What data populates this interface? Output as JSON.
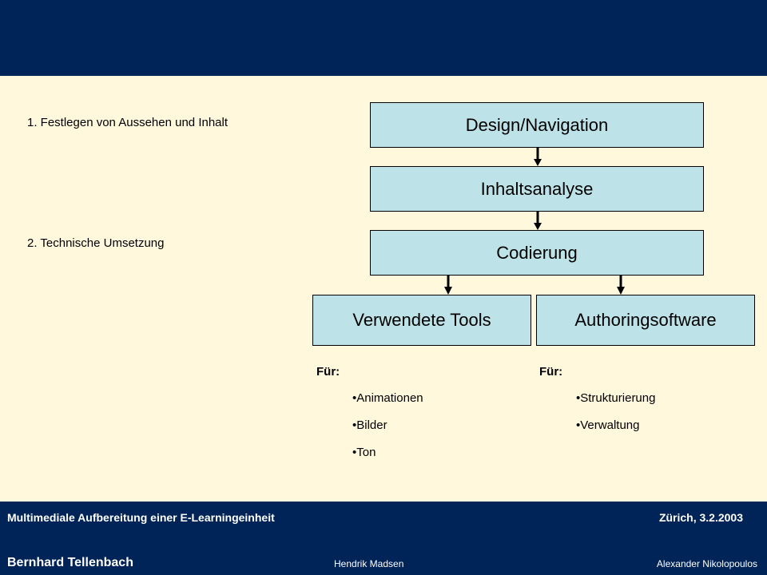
{
  "colors": {
    "band": "#002457",
    "background": "#fff8dc",
    "box_fill": "#bde3e8"
  },
  "steps": [
    "1. Festlegen von Aussehen und Inhalt",
    "2. Technische Umsetzung"
  ],
  "diagram": {
    "boxes": {
      "design": "Design/Navigation",
      "inhalt": "Inhaltsanalyse",
      "codierung": "Codierung",
      "tools": "Verwendete Tools",
      "authoring": "Authoringsoftware"
    }
  },
  "left_list": {
    "label": "Für:",
    "items": [
      "•Animationen",
      "•Bilder",
      "•Ton"
    ]
  },
  "right_list": {
    "label": "Für:",
    "items": [
      "•Strukturierung",
      "•Verwaltung"
    ]
  },
  "footer": {
    "title": "Multimediale Aufbereitung einer E-Learningeinheit",
    "date": "Zürich, 3.2.2003",
    "author1": "Bernhard Tellenbach",
    "author2": "Hendrik Madsen",
    "author3": "Alexander Nikolopoulos"
  }
}
